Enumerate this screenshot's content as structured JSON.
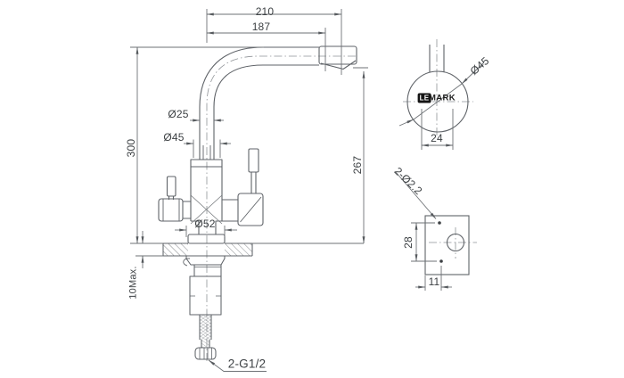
{
  "title": "Lemark kitchen faucet technical drawing",
  "logo": {
    "le": "LE",
    "mark": "MARK"
  },
  "front_view": {
    "spout_reach_overall": "210",
    "spout_reach_aerator": "187",
    "spout_pipe_diameter": "Ø25",
    "body_diameter": "Ø45",
    "base_diameter": "Ø52",
    "total_height": "300",
    "spout_outlet_height": "267",
    "deck_thickness_max": "10Max.",
    "hose_connection": "2-G1/2"
  },
  "handle_top_view": {
    "handle_diameter": "Ø45",
    "handle_width": "24"
  },
  "mounting_plate_view": {
    "pin_holes": "2-Ø2.2",
    "pin_hole_spacing": "28",
    "pin_hole_offset": "11"
  },
  "colors": {
    "object_line": "#5f6368",
    "dimension_line": "#6e7276",
    "text": "#3c4043",
    "logo_background": "#141414",
    "background": "#ffffff"
  }
}
